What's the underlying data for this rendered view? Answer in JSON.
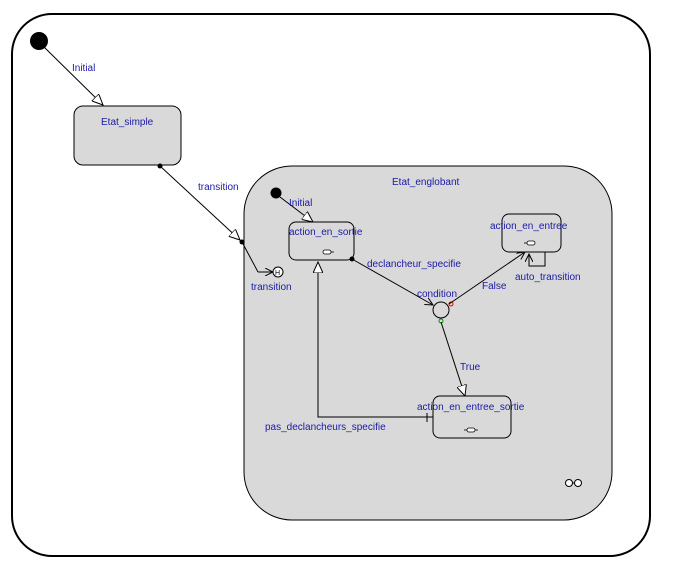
{
  "diagram": {
    "states": {
      "etat_simple": "Etat_simple",
      "etat_englobant": "Etat_englobant",
      "action_en_sortie": "action_en_sortie",
      "action_en_entree": "action_en_entree",
      "action_en_entree_sortie": "action_en_entree_sortie",
      "condition": "condition"
    },
    "transitions": {
      "outer_initial": "Initial",
      "transition_to_composite": "transition",
      "entry_point": "transition",
      "inner_initial": "Initial",
      "declencheur_specifie": "declancheur_specifie",
      "false_branch": "False",
      "true_branch": "True",
      "auto_transition": "auto_transition",
      "pas_declencheurs": "pas_declancheurs_specifie"
    }
  }
}
